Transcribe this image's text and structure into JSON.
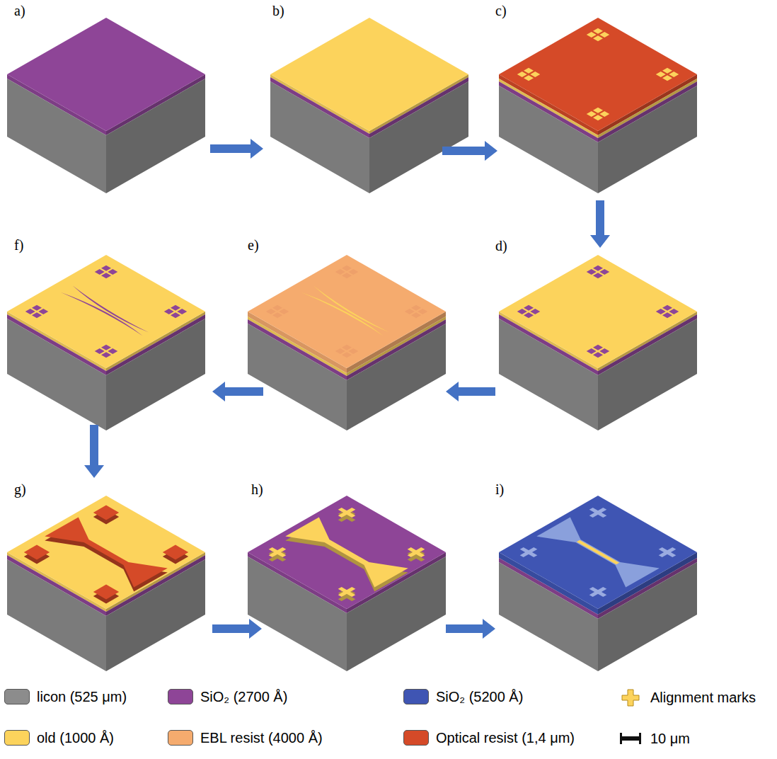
{
  "diagram": {
    "nodes": [
      {
        "text": [
          "a)"
        ]
      },
      {
        "text": [
          "b)"
        ]
      },
      {
        "text": [
          "c)"
        ]
      },
      {
        "text": [
          "d)"
        ]
      },
      {
        "text": [
          "e)"
        ]
      },
      {
        "text": [
          "f)"
        ]
      },
      {
        "text": [
          "g)"
        ]
      },
      {
        "text": [
          "h)"
        ]
      },
      {
        "text": [
          "i)"
        ]
      }
    ],
    "edges": [
      {
        "from": 0,
        "to": 1,
        "arrow": "to"
      },
      {
        "from": 1,
        "to": 2,
        "arrow": "to"
      },
      {
        "from": 2,
        "to": 3,
        "arrow": "to"
      },
      {
        "from": 3,
        "to": 4,
        "arrow": "to"
      },
      {
        "from": 4,
        "to": 5,
        "arrow": "to"
      },
      {
        "from": 5,
        "to": 6,
        "arrow": "to"
      },
      {
        "from": 6,
        "to": 7,
        "arrow": "to"
      },
      {
        "from": 7,
        "to": 8,
        "arrow": "to"
      }
    ],
    "legend": [
      {
        "text": "licon (525 μm)",
        "color": "#8c8c8c"
      },
      {
        "text": "SiO₂ (2700 Å)",
        "color": "#8e4597"
      },
      {
        "text": "SiO₂ (5200 Å)",
        "color": "#3f55b3"
      },
      {
        "text": "Alignment marks"
      },
      {
        "text": "old (1000 Å)",
        "color": "#fcd35c"
      },
      {
        "text": "EBL resist (4000 Å)",
        "color": "#f5ab6e"
      },
      {
        "text": "Optical resist (1,4 μm)",
        "color": "#d54a28"
      },
      {
        "text": "10 μm"
      }
    ]
  }
}
